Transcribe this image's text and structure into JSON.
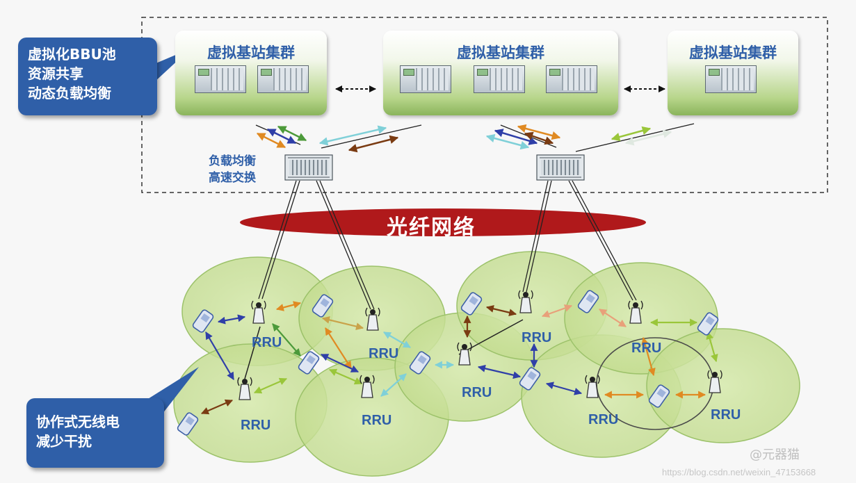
{
  "callout_top": {
    "lines": [
      "虚拟化BBU池",
      "资源共享",
      "动态负载均衡"
    ]
  },
  "callout_bottom": {
    "lines": [
      "协作式无线电",
      "减少干扰"
    ]
  },
  "clusters": [
    {
      "title": "虚拟基站集群",
      "units": 2
    },
    {
      "title": "虚拟基站集群",
      "units": 3
    },
    {
      "title": "虚拟基站集群",
      "units": 1
    }
  ],
  "switch_label": [
    "负载均衡",
    "高速交换"
  ],
  "fiber_label": "光纤网络",
  "rru_label": "RRU",
  "watermark": {
    "text": "@元器猫",
    "url": "https://blog.csdn.net/weixin_47153668"
  },
  "colors": {
    "accent_blue": "#2f5fa8",
    "fiber_red": "#b0191b",
    "cell_green": "#cfe3a3",
    "cluster_green": "#8ab45b"
  }
}
